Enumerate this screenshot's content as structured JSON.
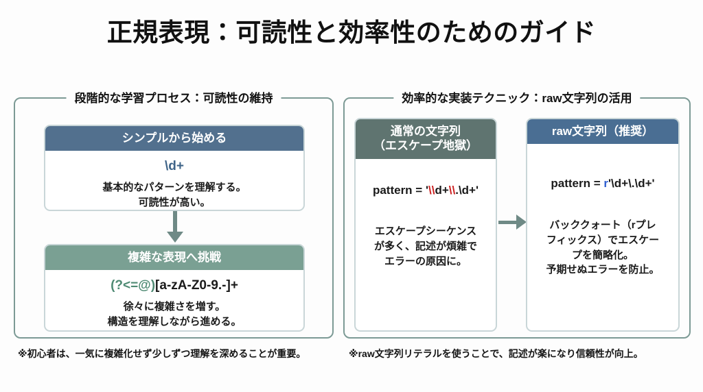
{
  "title": "正規表現：可読性と効率性のためのガイド",
  "colors": {
    "panel_border": "#7c9a95",
    "header_blue": "#52708e",
    "header_green": "#7aa093",
    "header_gray_green": "#5f7470",
    "header_steel_blue": "#4a6e93",
    "arrow": "#6f8a86",
    "escape_red": "#cc2222",
    "raw_prefix_blue": "#2f5fd0",
    "code_blue": "#3f6488",
    "code_green": "#4e8a73"
  },
  "left_panel": {
    "legend": "段階的な学習プロセス：可読性の維持",
    "cards": [
      {
        "header": "シンプルから始める",
        "code": "\\d+",
        "description": "基本的なパターンを理解する。\n可読性が高い。"
      },
      {
        "header": "複雑な表現へ挑戦",
        "code_emph": "(?<=@)",
        "code_rest": "[a-zA-Z0-9.-]+",
        "description": "徐々に複雑さを増す。\n構造を理解しながら進める。"
      }
    ],
    "arrow": "down-arrow",
    "footnote": "※初心者は、一気に複雑化せず少しずつ理解を深めることが重要。"
  },
  "right_panel": {
    "legend": "効率的な実装テクニック：raw文字列の活用",
    "cards": [
      {
        "header": "通常の文字列\n（エスケープ地獄）",
        "code_plain_1": "pattern = '",
        "code_red_1": "\\\\",
        "code_plain_2": "d+",
        "code_red_2": "\\\\",
        "code_plain_3": ".\\d+'",
        "description": "エスケープシーケンス\nが多く、記述が煩雑で\nエラーの原因に。"
      },
      {
        "header": "raw文字列（推奨）",
        "code_plain_1": "pattern = ",
        "code_prefix": "r",
        "code_plain_2": "'\\d+\\.\\d+'",
        "description": "バッククォート（rプレ\nフィックス）でエスケー\nプを簡略化。\n予期せぬエラーを防止。"
      }
    ],
    "arrow": "right-arrow",
    "footnote": "※raw文字列リテラルを使うことで、記述が楽になり信頼性が向上。"
  }
}
